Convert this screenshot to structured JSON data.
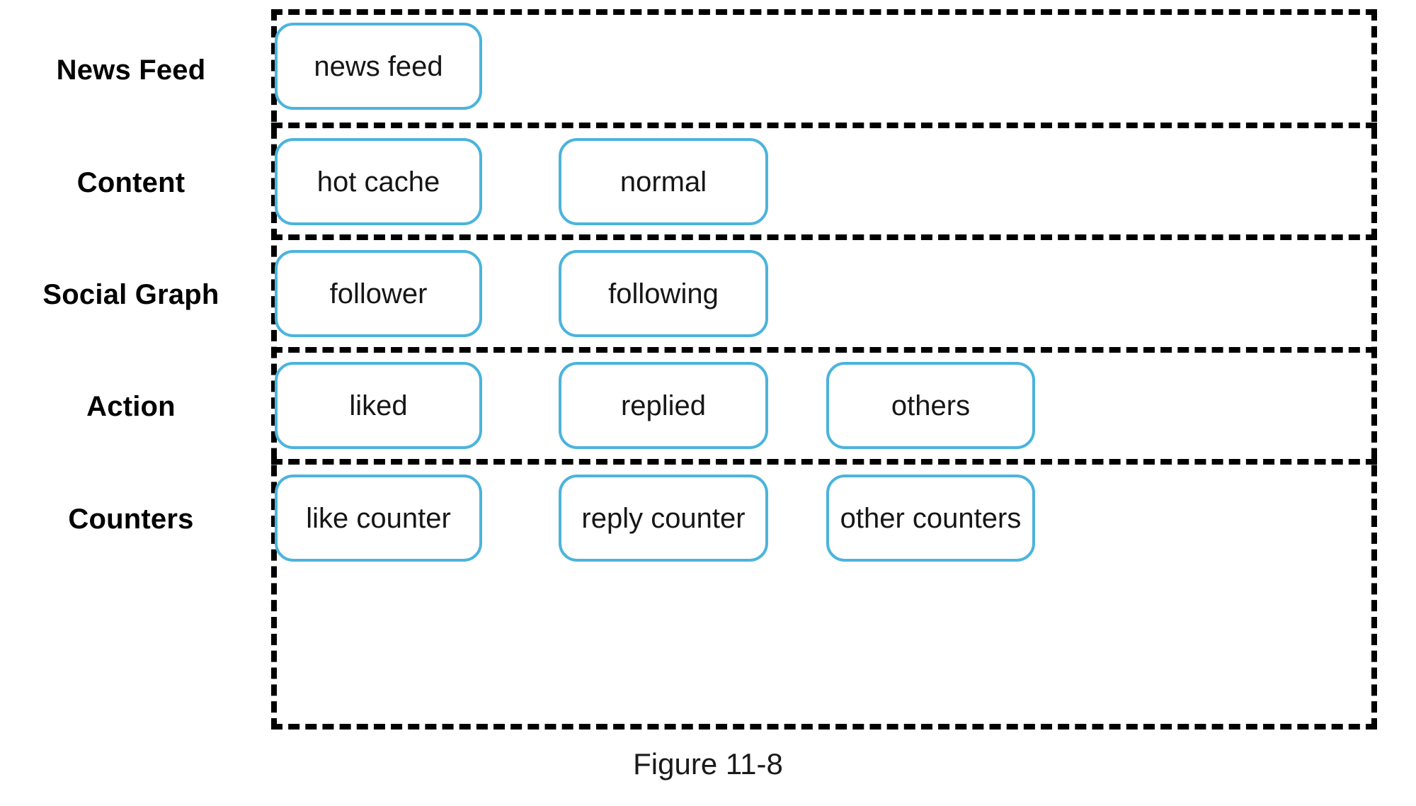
{
  "figure": {
    "caption": "Figure 11-8",
    "accent_color": "#4BB4DC",
    "frame_color": "#000000",
    "background": "#ffffff"
  },
  "rows": [
    {
      "label": "News Feed",
      "nodes": [
        {
          "label": "news feed"
        }
      ]
    },
    {
      "label": "Content",
      "nodes": [
        {
          "label": "hot cache"
        },
        {
          "label": "normal"
        }
      ]
    },
    {
      "label": "Social Graph",
      "nodes": [
        {
          "label": "follower"
        },
        {
          "label": "following"
        }
      ]
    },
    {
      "label": "Action",
      "nodes": [
        {
          "label": "liked"
        },
        {
          "label": "replied"
        },
        {
          "label": "others"
        }
      ]
    },
    {
      "label": "Counters",
      "nodes": [
        {
          "label": "like counter"
        },
        {
          "label": "reply counter"
        },
        {
          "label": "other counters"
        }
      ]
    }
  ]
}
